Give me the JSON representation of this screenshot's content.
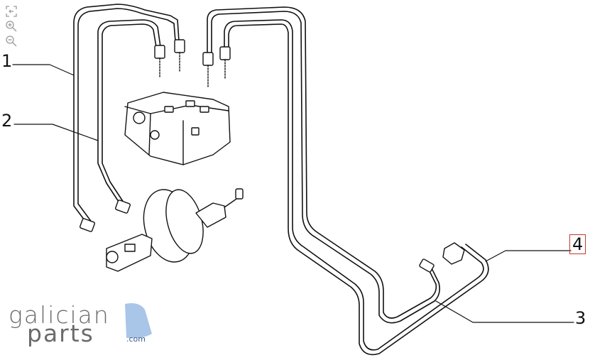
{
  "toolbar": {
    "icons": [
      "expand-icon",
      "zoom-in-icon",
      "zoom-out-icon"
    ]
  },
  "callouts": [
    {
      "id": "1",
      "label": "1"
    },
    {
      "id": "2",
      "label": "2"
    },
    {
      "id": "3",
      "label": "3"
    },
    {
      "id": "4",
      "label": "4",
      "selected": true
    }
  ],
  "logo": {
    "line1": "galician",
    "line2": "parts",
    "suffix": ".com"
  },
  "colors": {
    "line": "#111111",
    "selected_border": "#c0392b",
    "logo_text": "#6b6b6b",
    "logo_blue": "#a9c6e8"
  }
}
